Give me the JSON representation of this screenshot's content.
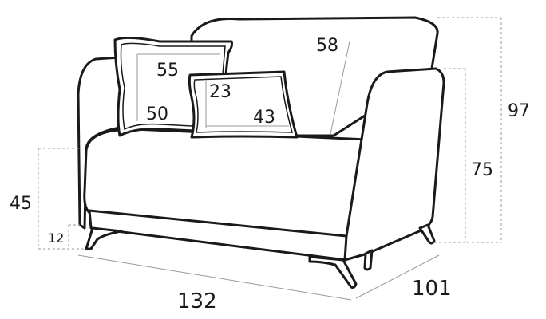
{
  "dimensions": {
    "seat_width": "132",
    "depth": "101",
    "total_height": "97",
    "arm_height": "75",
    "seat_height": "45",
    "leg_height": "12",
    "backrest_width": "58",
    "large_pillow_width": "55",
    "large_pillow_height": "50",
    "small_pillow_height": "23",
    "small_pillow_width": "43"
  }
}
